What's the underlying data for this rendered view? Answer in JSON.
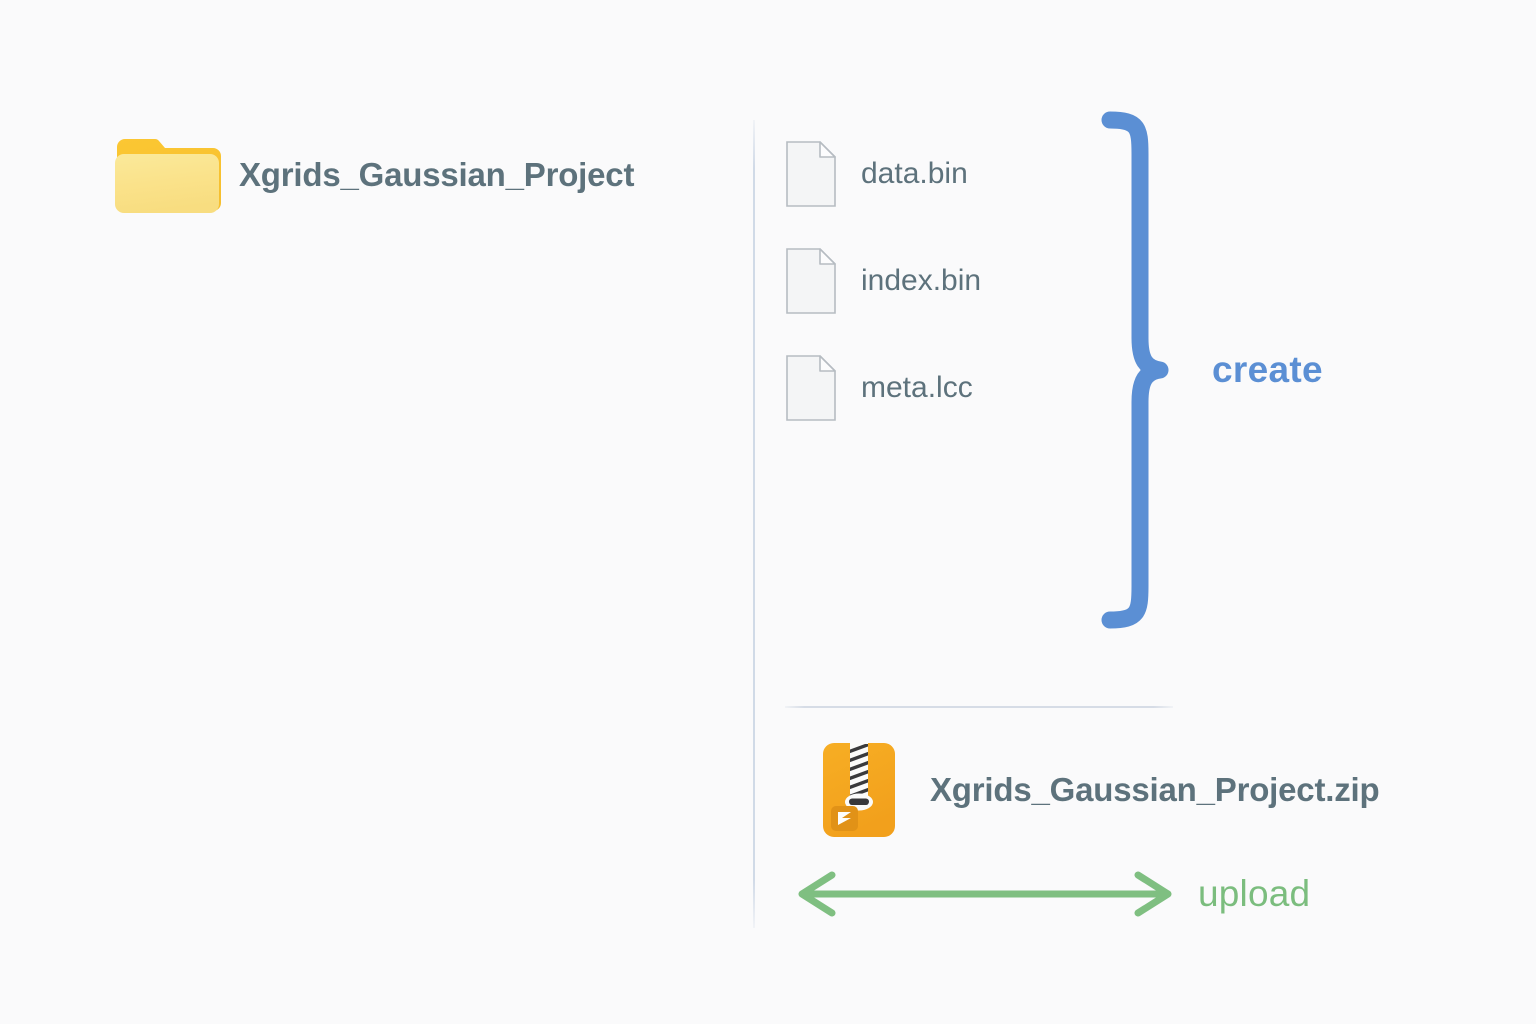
{
  "diagram": {
    "background_color": "#fafafb",
    "source": {
      "folder_icon": "folder-icon",
      "folder_name": "Xgrids_Gaussian_Project"
    },
    "files": {
      "icon": "file-icon",
      "items": [
        {
          "name": "data.bin"
        },
        {
          "name": "index.bin"
        },
        {
          "name": "meta.lcc"
        }
      ]
    },
    "brace": {
      "icon": "curly-brace-icon",
      "label": "create",
      "color": "#5b8fd4"
    },
    "archive": {
      "icon": "zip-archive-icon",
      "name": "Xgrids_Gaussian_Project.zip",
      "icon_color": "#f5a623"
    },
    "transfer": {
      "icon": "double-headed-arrow-icon",
      "label": "upload",
      "color": "#7bbd7e"
    },
    "dividers": {
      "vertical": "vertical-divider",
      "horizontal": "horizontal-divider"
    },
    "text_color": "#5d727c"
  }
}
